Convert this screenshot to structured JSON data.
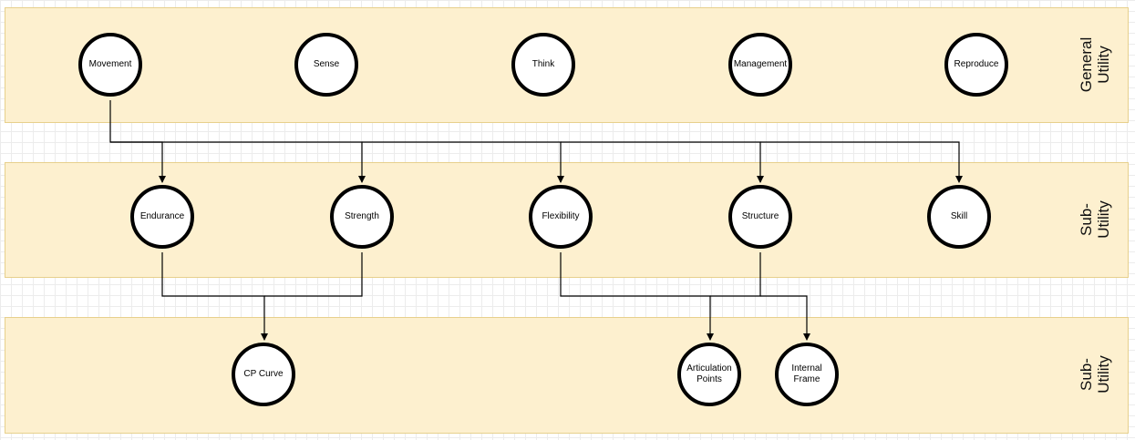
{
  "bands": {
    "general": "General\nUtility",
    "sub1": "Sub-\nUtility",
    "sub2": "Sub-\nUtility"
  },
  "nodes": {
    "movement": "Movement",
    "sense": "Sense",
    "think": "Think",
    "management": "Management",
    "reproduce": "Reproduce",
    "endurance": "Endurance",
    "strength": "Strength",
    "flexibility": "Flexibility",
    "structure": "Structure",
    "skill": "Skill",
    "cp_curve": "CP Curve",
    "articulation_points": "Articulation Points",
    "internal_frame": "Internal Frame"
  },
  "edges": [
    {
      "from": "Movement",
      "to": "Endurance"
    },
    {
      "from": "Movement",
      "to": "Strength"
    },
    {
      "from": "Movement",
      "to": "Flexibility"
    },
    {
      "from": "Movement",
      "to": "Structure"
    },
    {
      "from": "Movement",
      "to": "Skill"
    },
    {
      "from": "Endurance",
      "to": "CP Curve"
    },
    {
      "from": "Strength",
      "to": "CP Curve"
    },
    {
      "from": "Flexibility",
      "to": "Articulation Points"
    },
    {
      "from": "Structure",
      "to": "Articulation Points"
    },
    {
      "from": "Structure",
      "to": "Internal Frame"
    }
  ],
  "colors": {
    "band_fill": "#fdf0cf",
    "band_border": "#e7d08c",
    "node_border": "#000000",
    "connector": "#000000"
  }
}
